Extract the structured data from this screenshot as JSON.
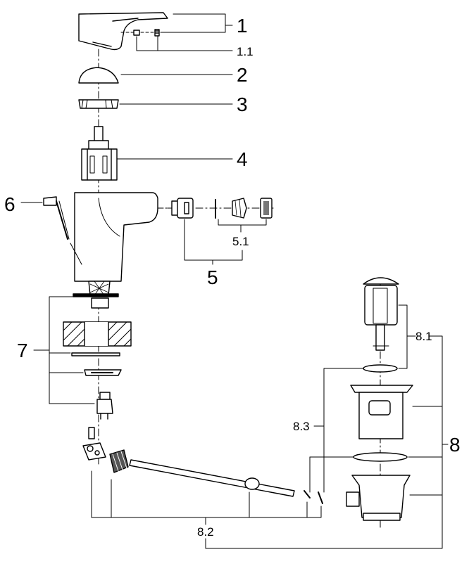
{
  "diagram": {
    "labels": {
      "p1": "1",
      "p1_1": "1.1",
      "p2": "2",
      "p3": "3",
      "p4": "4",
      "p5": "5",
      "p5_1": "5.1",
      "p6": "6",
      "p7": "7",
      "p8": "8",
      "p8_1": "8.1",
      "p8_2": "8.2",
      "p8_3": "8.3"
    },
    "colors": {
      "stroke": "#000000",
      "fill": "#ffffff",
      "shade": "#cfcfcf",
      "dark": "#555555"
    }
  }
}
